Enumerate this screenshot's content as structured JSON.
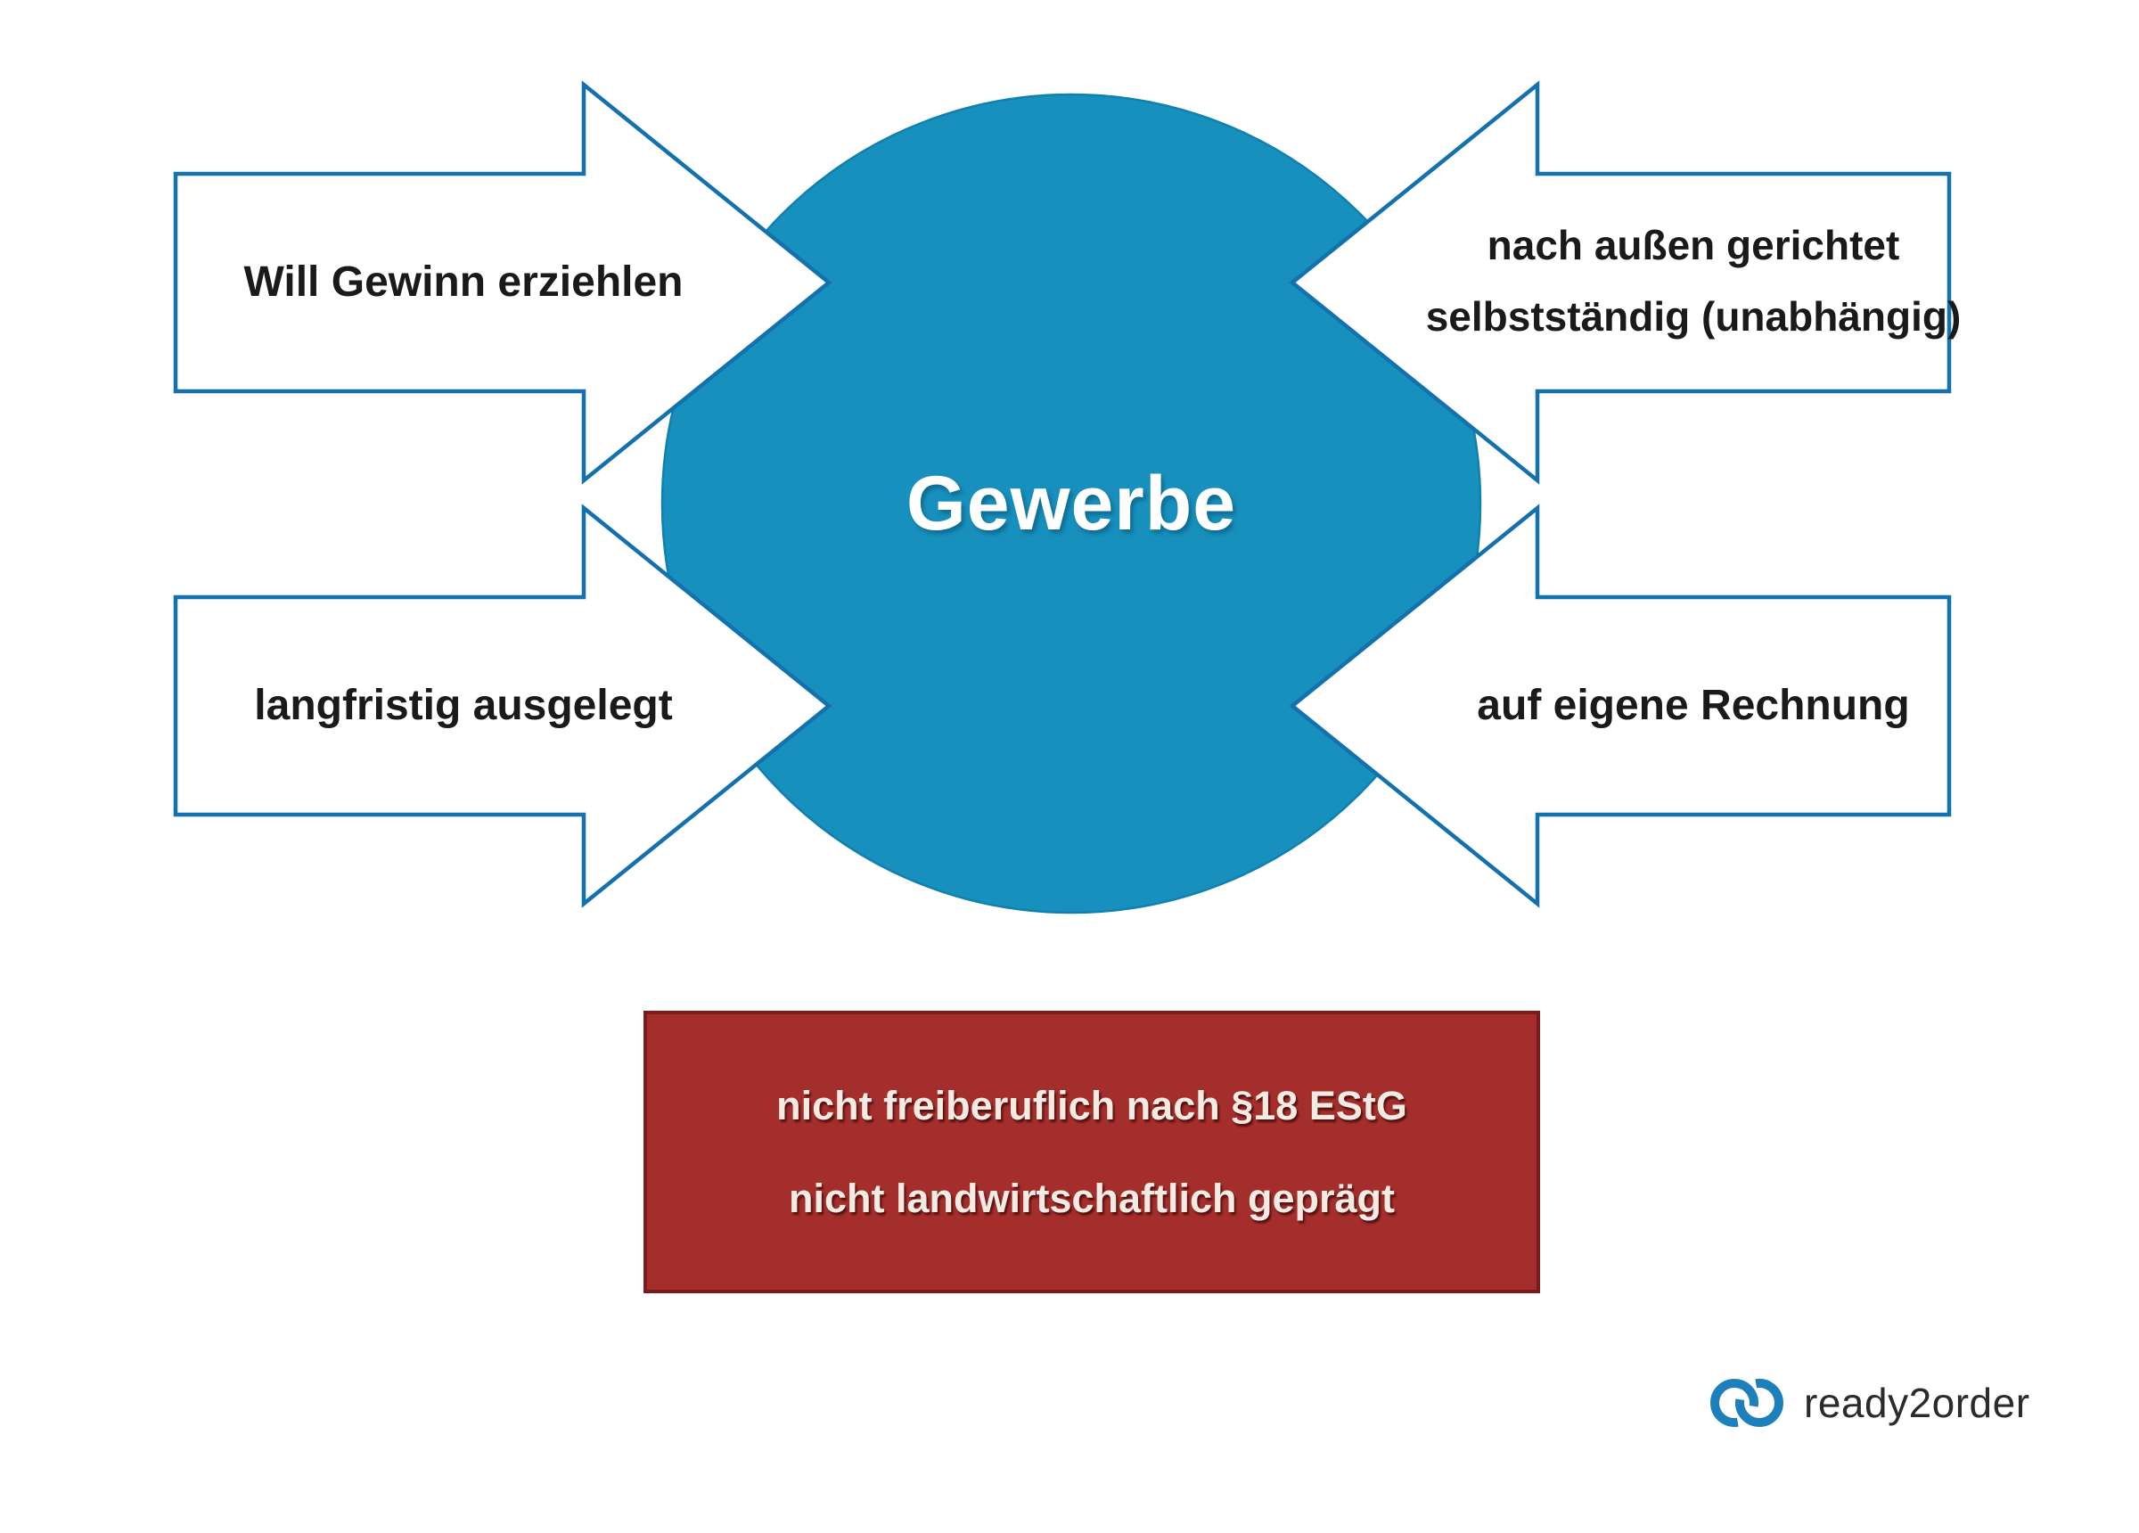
{
  "diagram": {
    "center_label": "Gewerbe",
    "arrows": {
      "top_left": {
        "label": "Will Gewinn erziehlen"
      },
      "top_right": {
        "line1": "nach außen gerichtet",
        "line2": "selbstständig (unabhängig)"
      },
      "bottom_left": {
        "label": "langfristig ausgelegt"
      },
      "bottom_right": {
        "label": "auf eigene Rechnung"
      }
    },
    "exclusion_box": {
      "line1": "nicht freiberuflich nach §18 EStG",
      "line2": "nicht landwirtschaftlich geprägt"
    },
    "colors": {
      "circle_fill": "#1790BE",
      "circle_edge": "#1080AF",
      "arrow_fill": "#FFFFFF",
      "arrow_outline": "#1371AD",
      "box_fill": "#A42E2B",
      "box_border": "#7C1B1B",
      "box_text": "#F2EBE3",
      "logo_blue": "#1D80BB"
    }
  },
  "branding": {
    "logo_text": "ready2order"
  }
}
